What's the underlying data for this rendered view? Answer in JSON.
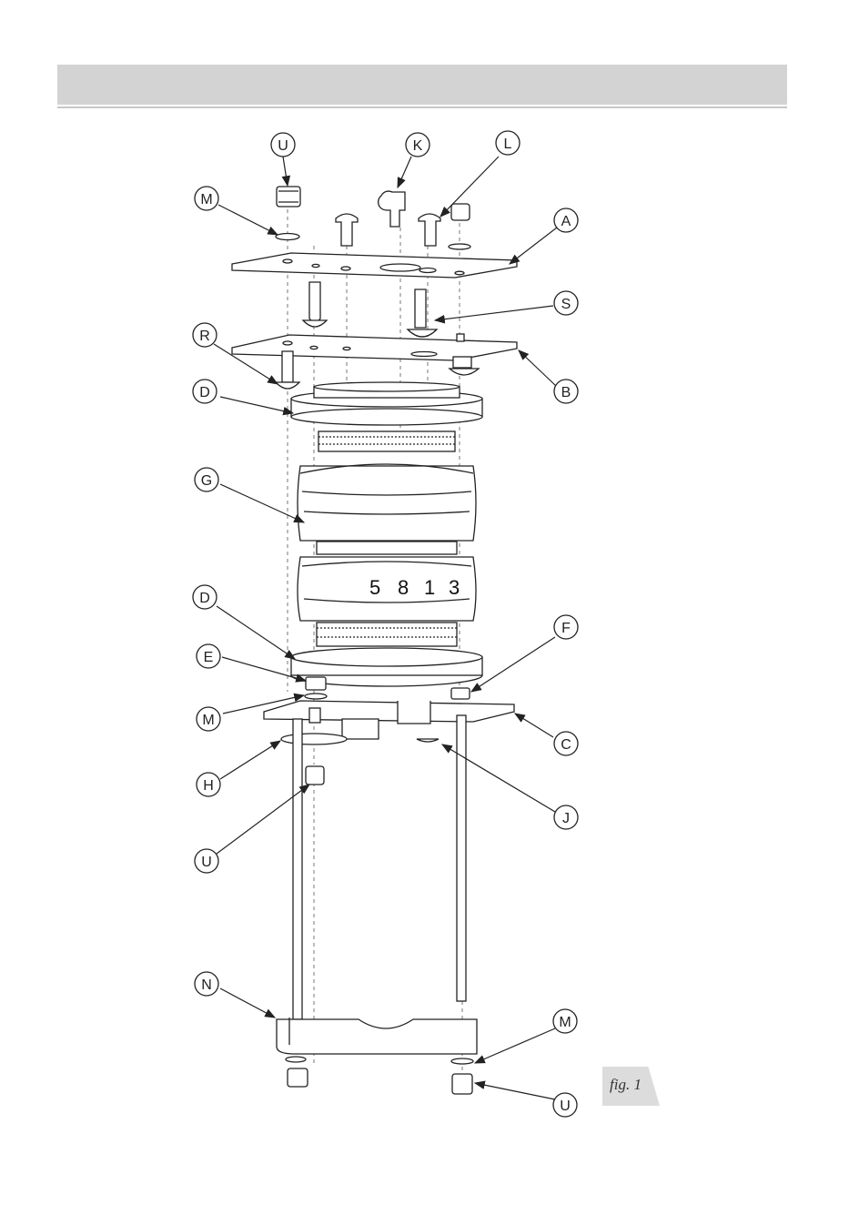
{
  "callout_labels": {
    "U1": "U",
    "K": "K",
    "L": "L",
    "M1": "M",
    "A": "A",
    "S": "S",
    "R": "R",
    "B": "B",
    "D1": "D",
    "G": "G",
    "D2": "D",
    "F": "F",
    "E": "E",
    "M2": "M",
    "C": "C",
    "H": "H",
    "J": "J",
    "U2": "U",
    "N": "N",
    "M3": "M",
    "U3": "U"
  },
  "bellow_number": [
    "5",
    "8",
    "1",
    "3"
  ],
  "figure_caption": "fig. 1",
  "colors": {
    "header_bar": "#d3d3d3",
    "line": "#2a2a2a",
    "dash": "#777777"
  }
}
